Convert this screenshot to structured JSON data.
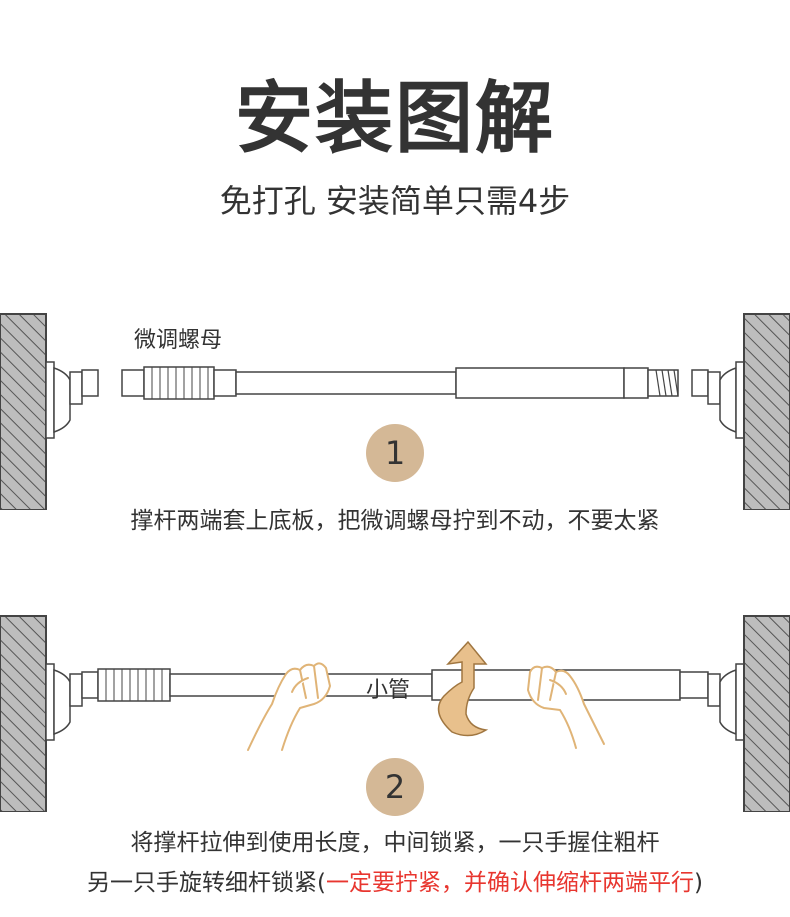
{
  "title": "安装图解",
  "subtitle": "免打孔 安装简单只需4步",
  "step1": {
    "number": "1",
    "part_label": "微调螺母",
    "caption": "撑杆两端套上底板，把微调螺母拧到不动，不要太紧"
  },
  "step2": {
    "number": "2",
    "part_label": "小管",
    "caption_line1": "将撑杆拉伸到使用长度，中间锁紧，一只手握住粗杆",
    "caption_line2_prefix": "另一只手旋转细杆锁紧(",
    "caption_line2_red": "一定要拧紧，并确认伸缩杆两端平行",
    "caption_line2_suffix": ")"
  },
  "colors": {
    "accent_circle": "#d4b896",
    "warning_text": "#e8362f",
    "wall_fill": "#b5b5b5",
    "arrow_fill": "#e0b477"
  }
}
